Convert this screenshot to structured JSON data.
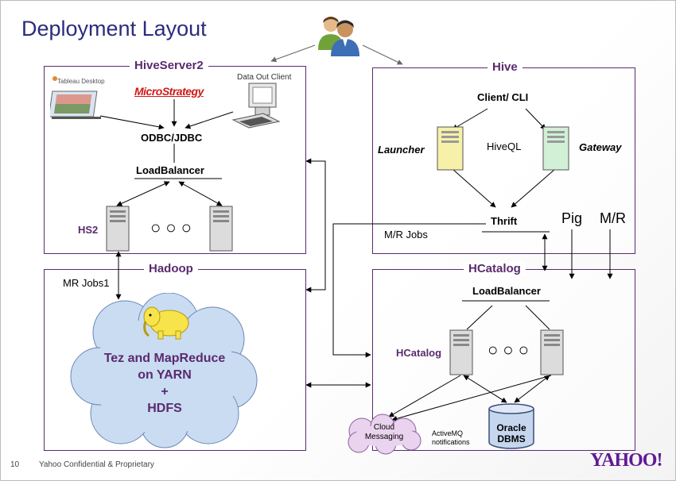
{
  "slide_title": "Deployment Layout",
  "hiveserver2": {
    "label": "HiveServer2",
    "tableau": "Tableau Desktop",
    "microstrategy": "MicroStrategy",
    "data_out_client": "Data Out Client",
    "odbc_jdbc": "ODBC/JDBC",
    "load_balancer": "LoadBalancer",
    "hs2": "HS2"
  },
  "hive": {
    "label": "Hive",
    "client_cli": "Client/ CLI",
    "launcher": "Launcher",
    "hiveql": "HiveQL",
    "gateway": "Gateway",
    "thrift": "Thrift"
  },
  "hadoop": {
    "label": "Hadoop",
    "mr_jobs1": "MR Jobs1",
    "cloud_line1": "Tez and MapReduce",
    "cloud_line2": "on YARN",
    "cloud_line3": "+",
    "cloud_line4": "HDFS"
  },
  "hcatalog": {
    "label": "HCatalog",
    "load_balancer": "LoadBalancer",
    "server_label": "HCatalog",
    "cloud_messaging_1": "Cloud",
    "cloud_messaging_2": "Messaging",
    "activemq_1": "ActiveMQ",
    "activemq_2": "notifications",
    "oracle_1": "Oracle",
    "oracle_2": "DBMS"
  },
  "flows": {
    "mr_jobs": "M/R Jobs",
    "pig": "Pig",
    "mr": "M/R"
  },
  "footer": {
    "page_number": "10",
    "confidential": "Yahoo Confidential & Proprietary",
    "logo": "YAHOO!"
  },
  "colors": {
    "title": "#2b2b7d",
    "box_border": "#5a2a6e",
    "cloud_blue": "#c9dcf2",
    "elephant": "#f7e34a",
    "logo": "#5f1a94"
  }
}
